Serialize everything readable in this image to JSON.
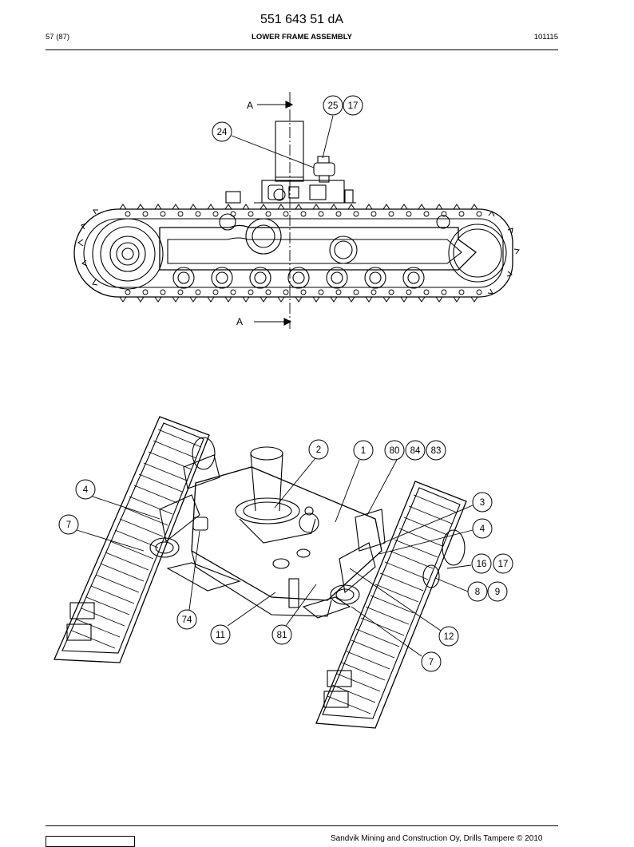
{
  "document": {
    "number": "551 643 51 dA",
    "page": "57 (87)",
    "title": "LOWER FRAME ASSEMBLY",
    "date": "101115"
  },
  "side_view": {
    "section_marks": [
      "A",
      "A"
    ],
    "callouts": [
      "25",
      "17",
      "24"
    ]
  },
  "iso_view": {
    "callouts": [
      "2",
      "1",
      "80",
      "84",
      "83",
      "4",
      "7",
      "3",
      "4",
      "16",
      "17",
      "8",
      "9",
      "74",
      "11",
      "81",
      "12",
      "7"
    ]
  },
  "footer": {
    "copyright": "Sandvik Mining and Construction Oy, Drills Tampere © 2010"
  }
}
